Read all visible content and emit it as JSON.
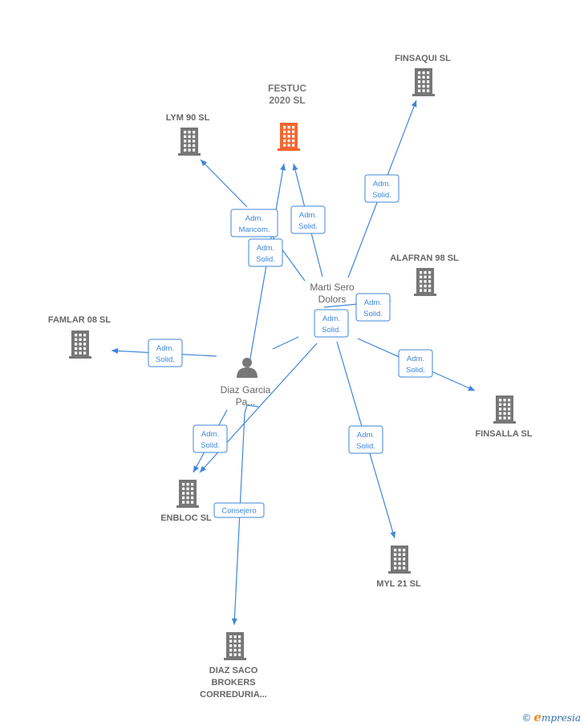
{
  "companies": [
    {
      "id": "festuc",
      "lines": [
        "FESTUC",
        "2020  SL"
      ],
      "color": "#f4662f",
      "main": true
    },
    {
      "id": "lym90",
      "lines": [
        "LYM 90 SL"
      ],
      "color": "#777777"
    },
    {
      "id": "finsaqui",
      "lines": [
        "FINSAQUI SL"
      ],
      "color": "#777777"
    },
    {
      "id": "alafran",
      "lines": [
        "ALAFRAN 98 SL"
      ],
      "color": "#777777"
    },
    {
      "id": "famlar",
      "lines": [
        "FAMLAR 08 SL"
      ],
      "color": "#777777"
    },
    {
      "id": "finsalla",
      "lines": [
        "FINSALLA SL"
      ],
      "color": "#777777"
    },
    {
      "id": "enbloc",
      "lines": [
        "ENBLOC SL"
      ],
      "color": "#777777"
    },
    {
      "id": "myl21",
      "lines": [
        "MYL 21  SL"
      ],
      "color": "#777777"
    },
    {
      "id": "diazsaco",
      "lines": [
        "DIAZ SACO",
        "BROKERS",
        "CORREDURIA..."
      ],
      "color": "#777777"
    }
  ],
  "persons": [
    {
      "id": "marti",
      "lines": [
        "Marti Sero",
        "Dolors"
      ],
      "icon": "person-icon"
    },
    {
      "id": "diaz",
      "lines": [
        "Diaz Garcia",
        "Pa..."
      ],
      "icon": "person-icon"
    }
  ],
  "relations": [
    {
      "from": "marti",
      "to": "festuc",
      "lines": [
        "Adm.",
        "Solid."
      ]
    },
    {
      "from": "marti",
      "to": "lym90",
      "lines": [
        "Adm.",
        "Mancom."
      ]
    },
    {
      "from": "marti",
      "to": "finsaqui",
      "lines": [
        "Adm.",
        "Solid."
      ]
    },
    {
      "from": "marti",
      "to": "alafran",
      "lines": [
        "Adm.",
        "Solid."
      ]
    },
    {
      "from": "marti",
      "to": "finsalla",
      "lines": [
        "Adm.",
        "Solid."
      ]
    },
    {
      "from": "marti",
      "to": "myl21",
      "lines": [
        "Adm.",
        "Solid."
      ]
    },
    {
      "from": "marti",
      "to": "enbloc",
      "lines": [
        "Adm.",
        "Solid."
      ]
    },
    {
      "from": "diaz",
      "to": "festuc",
      "lines": [
        "Adm.",
        "Solid."
      ]
    },
    {
      "from": "diaz",
      "to": "famlar",
      "lines": [
        "Adm.",
        "Solid."
      ]
    },
    {
      "from": "diaz",
      "to": "enbloc",
      "lines": [
        "Adm.",
        "Solid."
      ]
    },
    {
      "from": "diaz",
      "to": "diazsaco",
      "lines": [
        "Consejero"
      ]
    }
  ],
  "brand": {
    "copyright": "©",
    "first_letter": "e",
    "rest": "mpresia"
  },
  "colors": {
    "edge": "#3f86d9",
    "building": "#777777",
    "highlight": "#f4662f"
  }
}
